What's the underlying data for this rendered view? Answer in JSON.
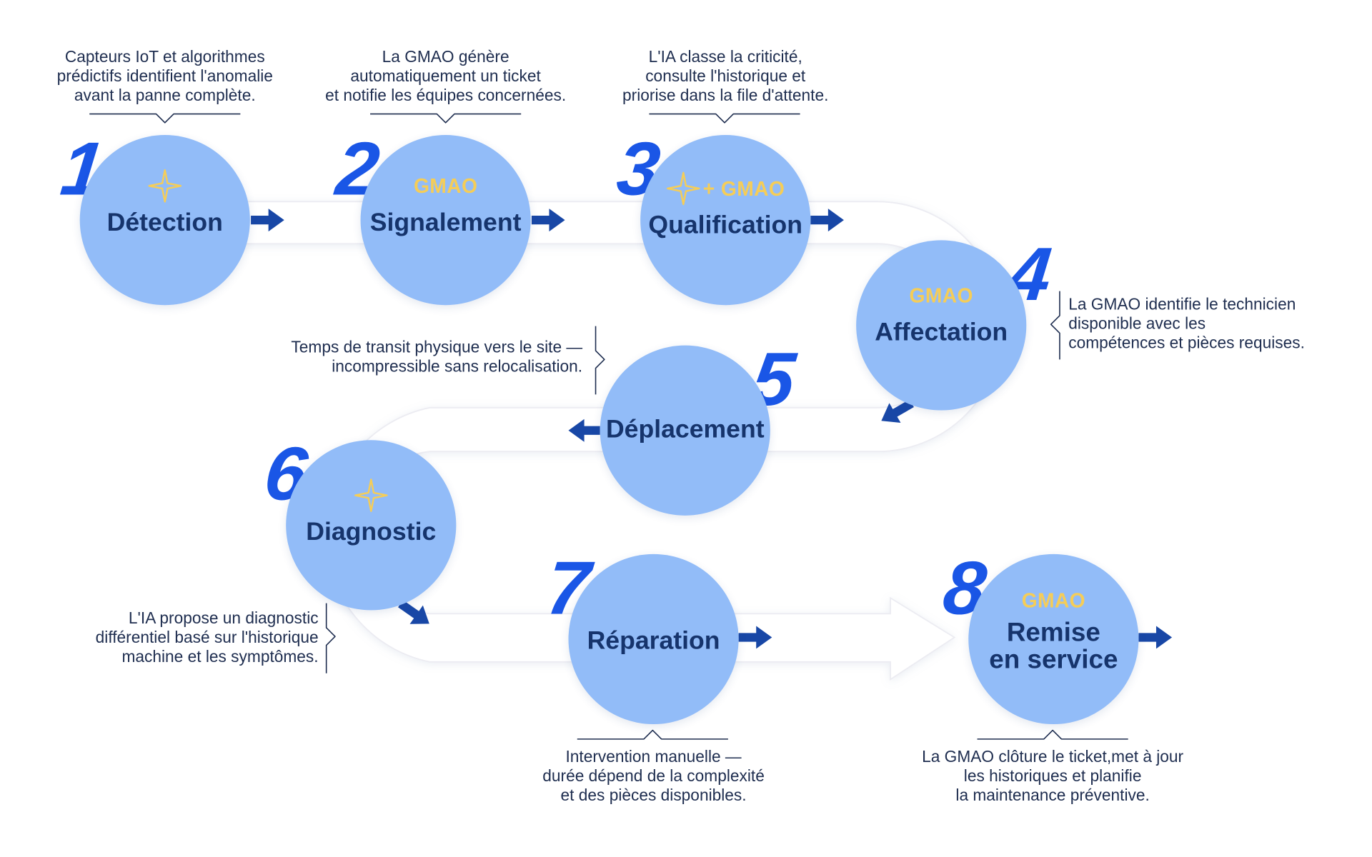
{
  "colors": {
    "circle": "#92bcf8",
    "accent": "#f5cd58",
    "number": "#1a56e6",
    "arrow": "#1847a6",
    "text": "#16346c"
  },
  "steps": [
    {
      "number": "1",
      "title": "Détection",
      "badge": "",
      "icon": "sparkle-icon"
    },
    {
      "number": "2",
      "title": "Signalement",
      "badge": "GMAO",
      "icon": ""
    },
    {
      "number": "3",
      "title": "Qualification",
      "badge": "+ GMAO",
      "icon": "sparkle-icon"
    },
    {
      "number": "4",
      "title": "Affectation",
      "badge": "GMAO",
      "icon": ""
    },
    {
      "number": "5",
      "title": "Déplacement",
      "badge": "",
      "icon": ""
    },
    {
      "number": "6",
      "title": "Diagnostic",
      "badge": "",
      "icon": "sparkle-icon"
    },
    {
      "number": "7",
      "title": "Réparation",
      "badge": "",
      "icon": ""
    },
    {
      "number": "8",
      "title_lines": [
        "Remise",
        "en service"
      ],
      "badge": "GMAO",
      "icon": ""
    }
  ],
  "notes": [
    [
      "Capteurs IoT et algorithmes",
      "prédictifs identifient l'anomalie",
      "avant la panne complète."
    ],
    [
      "La GMAO génère",
      "automatiquement un ticket",
      "et notifie les équipes concernées."
    ],
    [
      "L'IA classe la criticité,",
      "consulte l'historique et",
      "priorise dans la file d'attente."
    ],
    [
      "La GMAO identifie le technicien",
      "disponible avec les",
      "compétences et pièces requises."
    ],
    [
      "Temps de transit physique vers le site —",
      "incompressible sans relocalisation."
    ],
    [
      "L'IA propose un diagnostic",
      "différentiel basé sur l'historique",
      "machine et les symptômes."
    ],
    [
      "Intervention manuelle —",
      "durée dépend de la complexité",
      "et des pièces disponibles."
    ],
    [
      "La GMAO clôture le ticket,met à jour",
      "les historiques et planifie",
      "la maintenance préventive."
    ]
  ]
}
